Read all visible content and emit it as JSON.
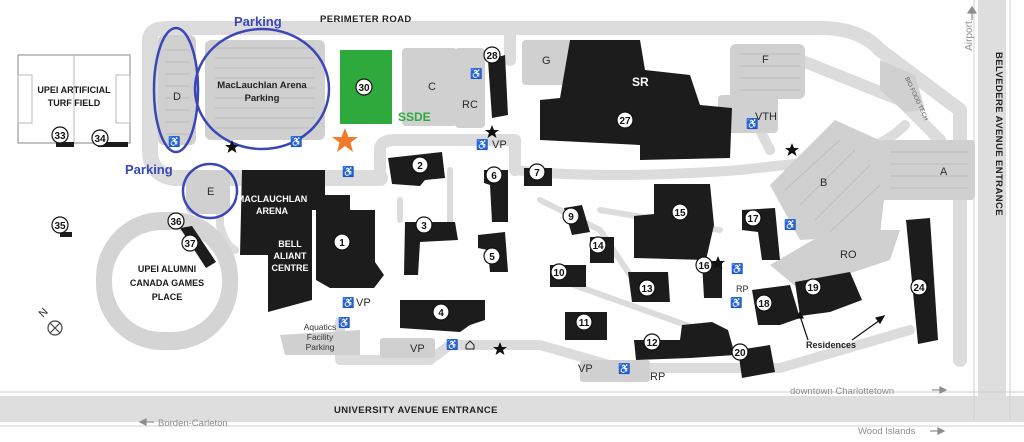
{
  "map": {
    "roads": {
      "perimeter": "PERIMETER ROAD",
      "university": "UNIVERSITY AVENUE ENTRANCE",
      "belvedere": "BELVEDERE AVENUE ENTRANCE"
    },
    "directions": {
      "airport": "Airport",
      "borden": "Borden-Carleton",
      "downtown": "downtown Charlottetown",
      "wood_islands": "Wood Islands"
    },
    "venues": {
      "turf": [
        "UPEI ARTIFICIAL",
        "TURF FIELD"
      ],
      "arena_name": [
        "MACLAUCHLAN",
        "ARENA"
      ],
      "bell": [
        "BELL",
        "ALIANT",
        "CENTRE"
      ],
      "alumni": [
        "UPEI ALUMNI",
        "CANADA GAMES",
        "PLACE"
      ],
      "aquatics": [
        "Aquatics",
        "Facility",
        "Parking"
      ],
      "arena_parking": [
        "MacLauchlan Arena",
        "Parking"
      ],
      "bio_food_tech": "BIO FOOD TECH"
    },
    "lots": {
      "D": "D",
      "E": "E",
      "C": "C",
      "RC": "RC",
      "G": "G",
      "F": "F",
      "SR": "SR",
      "VTH": "VTH",
      "B": "B",
      "A": "A",
      "RO": "RO",
      "VP1": "VP",
      "VP2": "VP",
      "VP3": "VP",
      "VP4": "VP",
      "RP1": "RP",
      "RP2": "RP"
    },
    "annotations": {
      "parking_top": "Parking",
      "parking_left": "Parking",
      "ssde": "SSDE",
      "residences": "Residences",
      "north": "N"
    },
    "buildings": [
      "1",
      "2",
      "3",
      "4",
      "5",
      "6",
      "7",
      "9",
      "10",
      "11",
      "12",
      "13",
      "14",
      "15",
      "16",
      "17",
      "18",
      "19",
      "20",
      "24",
      "27",
      "28",
      "30",
      "33",
      "34",
      "35",
      "36",
      "37"
    ],
    "colors": {
      "highlight_building": "#2eaa3c",
      "ssde_text": "#2eaa3c",
      "parking_circle": "#3a47b5",
      "star_marker": "#f07a2a",
      "building": "#1c1c1c",
      "lot": "#d0d0d0",
      "road": "#dcdcdc"
    }
  }
}
